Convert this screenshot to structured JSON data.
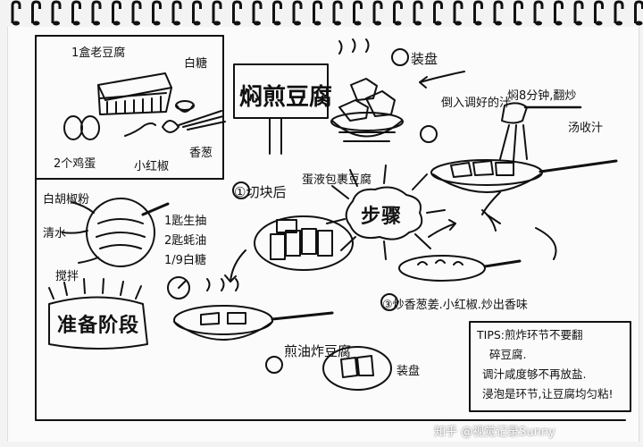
{
  "title": "焖煎豆腐",
  "sections": {
    "prep": "准备阶段",
    "steps": "步骤"
  },
  "ingredients": {
    "tofu": "1盒老豆腐",
    "sugar": "白糖",
    "eggs": "2个鸡蛋",
    "chili": "小红椒",
    "scallion": "香葱"
  },
  "sauce": {
    "pepper": "白胡椒粉",
    "water": "清水",
    "soy": "1匙生抽",
    "oyster": "2匙蚝油",
    "sugar": "1/9白糖",
    "mix": "搅拌"
  },
  "step_labels": {
    "s1": "①切块后",
    "s1b": "蛋液包裹豆腐",
    "s2": "煎油炸豆腐",
    "s2b": "装盘",
    "s3": "③炒香葱姜.小红椒.炒出香味",
    "s4a": "倒入调好的汁",
    "s4b": "焖8分钟,翻炒",
    "s4c": "汤收汁",
    "s5": "装盘"
  },
  "tips": [
    "TIPS:煎炸环节不要翻",
    "碎豆腐.",
    "调汁咸度够不再放盐.",
    "浸泡是环节,让豆腐均匀粘!"
  ],
  "watermark": "知乎 @视觉记录Sunny",
  "colors": {
    "ink": "#111111",
    "paper": "#fbfbfb"
  }
}
